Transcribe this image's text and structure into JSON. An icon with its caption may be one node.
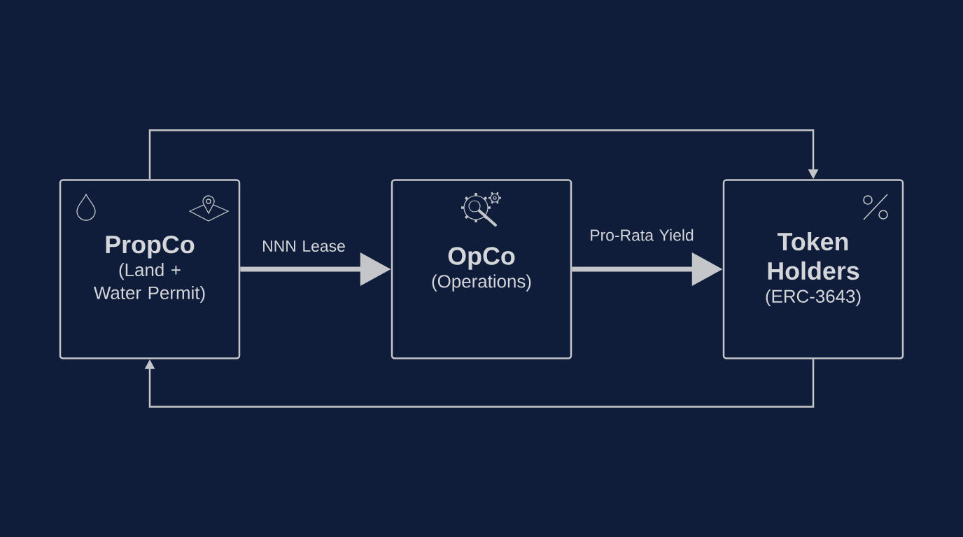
{
  "diagram": {
    "nodes": [
      {
        "text": [
          "PropCo",
          "(Land + Water Permit)"
        ]
      },
      {
        "text": [
          "OpCo",
          "(Operations)"
        ]
      },
      {
        "text": [
          "Token Holders",
          "(ERC-3643)"
        ]
      }
    ],
    "edges": [
      {
        "from": 0,
        "to": 1,
        "arrow": "to",
        "label": "NNN Lease",
        "style": "thick"
      },
      {
        "from": 1,
        "to": 2,
        "arrow": "to",
        "label": "Pro-Rata Yield",
        "style": "thick"
      },
      {
        "from": 0,
        "to": 2,
        "arrow": "to"
      },
      {
        "from": 2,
        "to": 0,
        "arrow": "to"
      }
    ]
  }
}
